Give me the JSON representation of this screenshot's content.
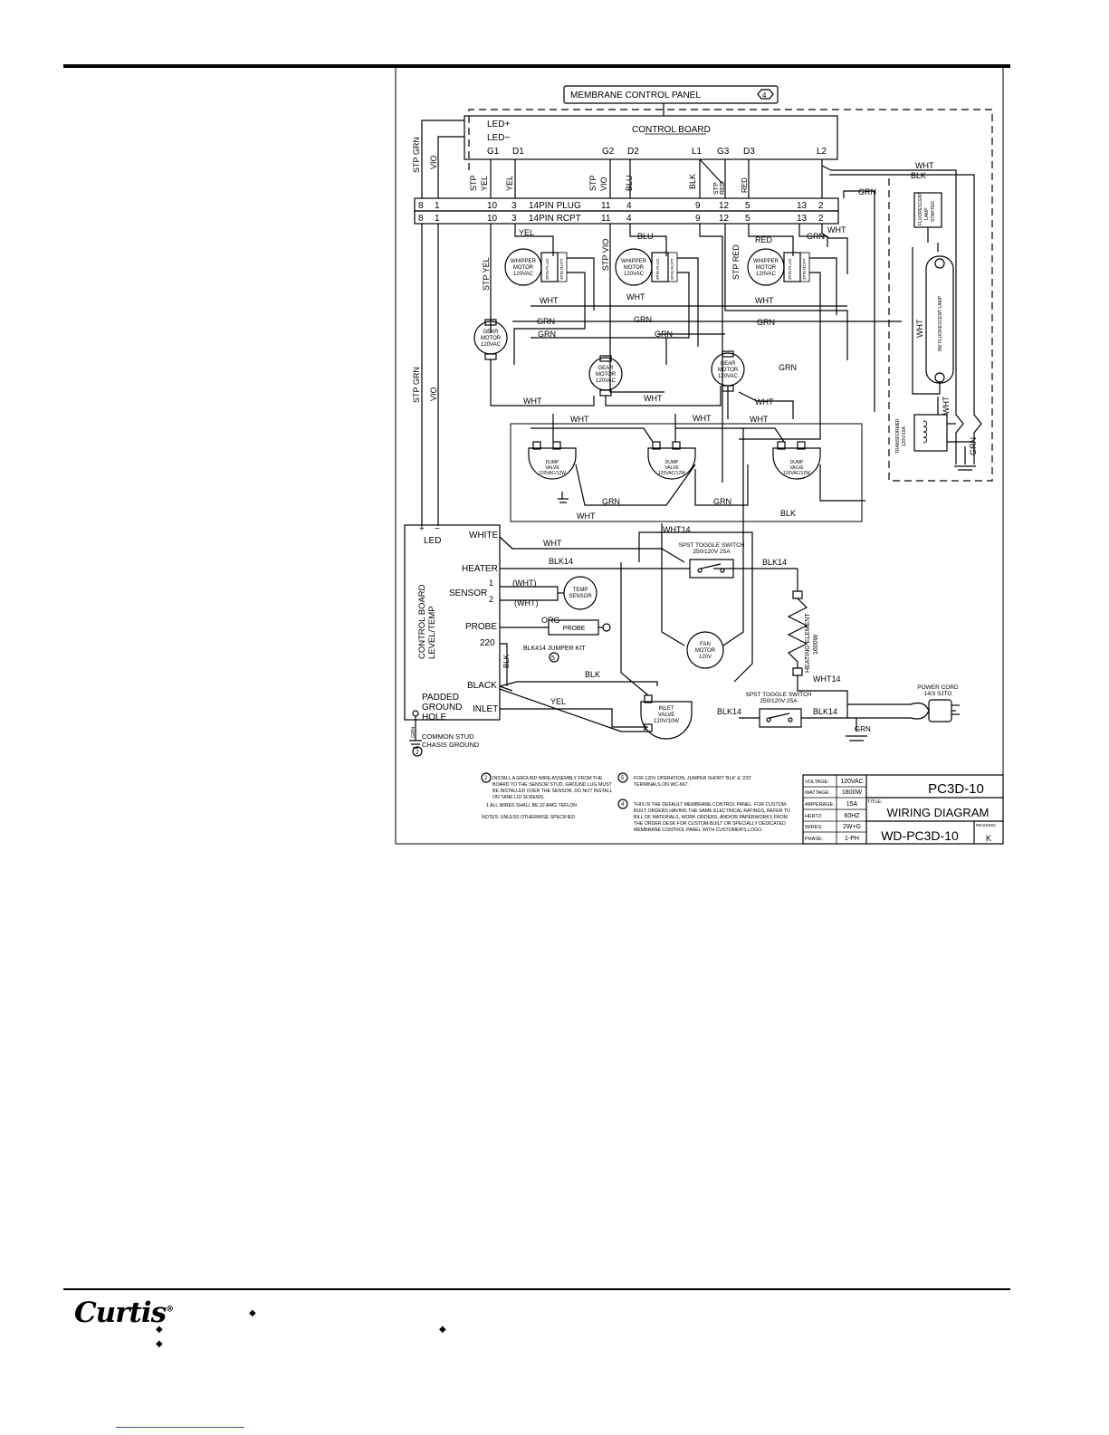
{
  "panel": {
    "title": "MEMBRANE CONTROL PANEL",
    "note_ref": "4"
  },
  "board": {
    "title": "CONTROL BOARD",
    "led_plus": "LED+",
    "led_minus": "LED−",
    "pins": [
      "G1",
      "D1",
      "G2",
      "D2",
      "L1",
      "G3",
      "D3",
      "L2"
    ]
  },
  "connectors": {
    "plug_label": "14PIN  PLUG",
    "rcpt_label": "14PIN  RCPT",
    "numbers": [
      "8",
      "1",
      "10",
      "3",
      "11",
      "4",
      "9",
      "12",
      "5",
      "13",
      "2"
    ]
  },
  "wire_labels": {
    "stp_grn": "STP GRN",
    "vio": "VIO",
    "stp": "STP",
    "yel": "YEL",
    "blu": "BLU",
    "blk": "BLK",
    "red": "RED",
    "wht": "WHT",
    "grn": "GRN",
    "stp_yel": "STP YEL",
    "stp_vio": "STP VIO",
    "stp_red": "STP RED",
    "wht14": "WHT14",
    "blk14": "BLK14",
    "org": "ORG",
    "wht_paren": "(WHT)"
  },
  "components": {
    "whipper_motor": [
      "WHIPPER",
      "MOTOR",
      "120VAC"
    ],
    "plug_rcpt_small": [
      "3PIN PLUG",
      "3PIN RCPT"
    ],
    "gear_motor": [
      "GEAR",
      "MOTOR",
      "120VAC"
    ],
    "dump_valve": [
      "DUMP",
      "VALVE",
      "120VAC/12W"
    ],
    "lamp_starter": [
      "FLUORESCENT",
      "LAMP",
      "STARTER"
    ],
    "fluorescent_lamp": "8W FLUORESCENT LAMP",
    "transformer": [
      "TRANSFORMER",
      "120V/18A"
    ],
    "toggle_switch": [
      "SPST TOGGLE SWITCH",
      "250/120V 25A"
    ],
    "fan_motor": [
      "FAN",
      "MOTOR",
      "120V"
    ],
    "heating_element": [
      "HEATING ELEMENT",
      "1600W"
    ],
    "power_cord": [
      "POWER CORD",
      "14/3 SJTO"
    ],
    "temp_sensor": [
      "TEMP",
      "SENSOR"
    ],
    "probe": "PROBE",
    "inlet_valve": [
      "INLET",
      "VALVE",
      "120V/10W"
    ],
    "jumper_kit": "BLK#14  JUMPER KIT",
    "jumper_ref": "5"
  },
  "level_board": {
    "title_lines": [
      "CONTROL BOARD",
      "LEVEL/TEMP"
    ],
    "plus": "+",
    "minus": "−",
    "led": "LED",
    "terminals": [
      "WHITE",
      "HEATER",
      "SENSOR",
      "PROBE",
      "BLACK",
      "INLET"
    ],
    "sensor_1": "1",
    "sensor_2": "2",
    "t220": "220",
    "padded_ground": [
      "PADDED",
      "GROUND",
      "HOLE"
    ],
    "stud_ground": [
      "COMMON STUD",
      "CHASIS GROUND"
    ],
    "stud_ref": "2",
    "grn": "GRN"
  },
  "notes": {
    "note2": [
      "INSTALL A GROUND WIRE ASSEMBLY FROM THE",
      "BOARD TO THE SENSOR STUD.  GROUND LUG MUST",
      "BE INSTALLED OVER THE SENSOR. DO NOT INSTALL",
      "ON TANK LID SCREWS."
    ],
    "note1": "1  ALL WIRES SHALL BE 22 AWG TEFLON",
    "unless": "NOTES: UNLESS OTHERWISE SPECIFIED",
    "note5": [
      "FOR 120V OPERATION, JUMPER SHORT 'BLK' & '220'",
      "TERMINALS ON WC-667."
    ],
    "note4": [
      "THIS IS THE DEFAULT MEMBRANE CONTROL PANEL. FOR CUSTOM-",
      "BUILT ORDERS HAVING THE SAME ELECTRICAL RATINGS, REFER TO",
      "BILL OF MATERIALS, WORK ORDERS, AND/OR PAPERWORKS FROM",
      "THE ORDER DESK FOR CUSTOM-BUILT OR SPECIALLY DEDICATED",
      "MEMBRANE CONTROL PANEL WITH CUSTOMER'S LOGO."
    ],
    "ref1": "1",
    "ref2": "2",
    "ref4": "4",
    "ref5": "5"
  },
  "title_block": {
    "specs": [
      {
        "label": "VOLTAGE:",
        "value": "120VAC"
      },
      {
        "label": "WATTAGE:",
        "value": "1800W"
      },
      {
        "label": "AMPERAGE:",
        "value": "15A"
      },
      {
        "label": "HERTZ:",
        "value": "60HZ"
      },
      {
        "label": "WIRES:",
        "value": "2W+G"
      },
      {
        "label": "PHASE:",
        "value": "1-PH"
      }
    ],
    "model": "PC3D-10",
    "title_label": "TITLE:",
    "title": "WIRING DIAGRAM",
    "drawing_no": "WD-PC3D-10",
    "revision_label": "REVISION:",
    "revision": "K"
  },
  "footer": {
    "logo": "Curtis",
    "logo_tm": "®"
  }
}
